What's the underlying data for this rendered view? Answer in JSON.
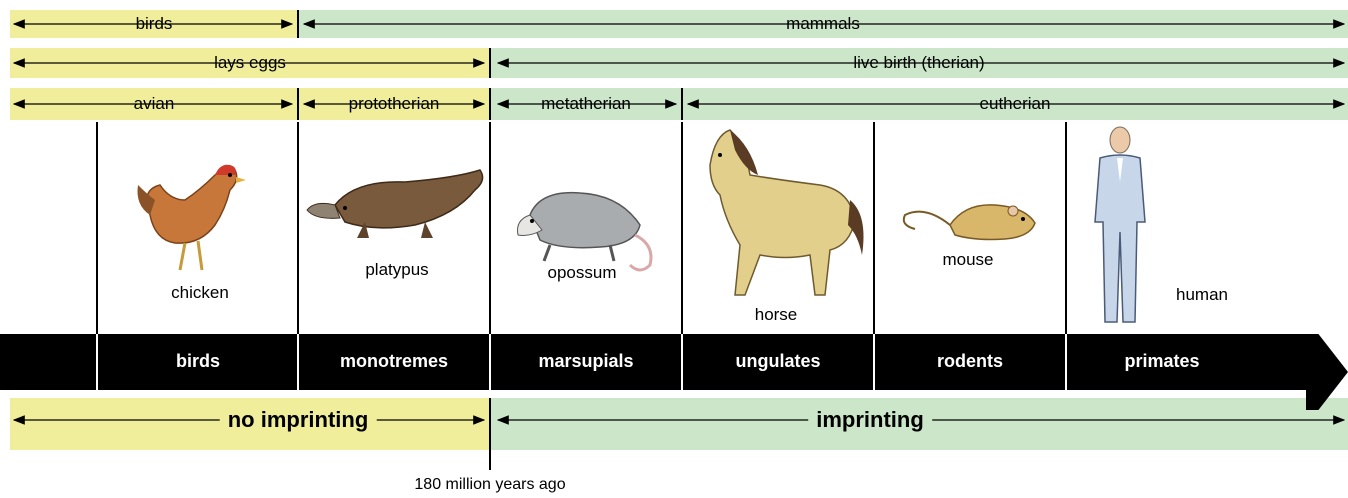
{
  "rows": {
    "class": {
      "birds": "birds",
      "mammals": "mammals"
    },
    "reproduction": {
      "eggs": "lays eggs",
      "birth": "live birth (therian)"
    },
    "subclass": {
      "avian": "avian",
      "prototherian": "prototherian",
      "metatherian": "metatherian",
      "eutherian": "eutherian"
    }
  },
  "animals": [
    "chicken",
    "platypus",
    "opossum",
    "horse",
    "mouse",
    "human"
  ],
  "groups": [
    "birds",
    "monotremes",
    "marsupials",
    "ungulates",
    "rodents",
    "primates"
  ],
  "imprinting": {
    "no": "no imprinting",
    "yes": "imprinting"
  },
  "time_marker": "180 million years ago",
  "colors": {
    "egg_band": "#f0ee9b",
    "mammal_band": "#cbe6c9",
    "timeline_bar": "#000000"
  }
}
